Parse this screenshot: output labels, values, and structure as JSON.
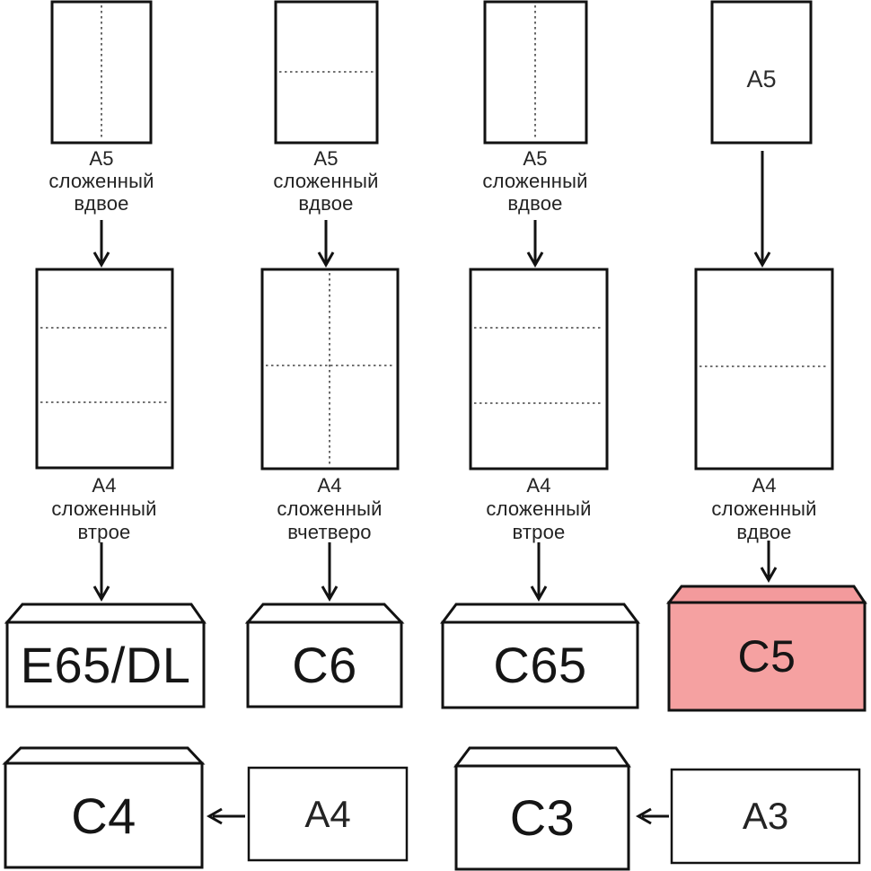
{
  "colors": {
    "line": "#121212",
    "fold_line": "#444444",
    "highlight_body": "#f5a1a1",
    "highlight_flap": "#f39a9c",
    "background": "#ffffff"
  },
  "columns": [
    {
      "top_caption": {
        "l1": "А5",
        "l2": "сложенный",
        "l3": "вдвое"
      },
      "mid_caption": {
        "l1": "А4",
        "l2": "сложенный",
        "l3": "втрое"
      },
      "envelope": {
        "label": "E65/DL",
        "highlighted": false
      }
    },
    {
      "top_caption": {
        "l1": "А5",
        "l2": "сложенный",
        "l3": "вдвое"
      },
      "mid_caption": {
        "l1": "А4",
        "l2": "сложенный",
        "l3": "вчетверо"
      },
      "envelope": {
        "label": "C6",
        "highlighted": false
      }
    },
    {
      "top_caption": {
        "l1": "А5",
        "l2": "сложенный",
        "l3": "вдвое"
      },
      "mid_caption": {
        "l1": "А4",
        "l2": "сложенный",
        "l3": "втрое"
      },
      "envelope": {
        "label": "C65",
        "highlighted": false
      }
    },
    {
      "top_sheet_label": "A5",
      "mid_caption": {
        "l1": "А4",
        "l2": "сложенный",
        "l3": "вдвое"
      },
      "envelope": {
        "label": "C5",
        "highlighted": true
      }
    }
  ],
  "bottom_row": {
    "left": {
      "envelope_label": "C4",
      "paper_label": "A4"
    },
    "right": {
      "envelope_label": "C3",
      "paper_label": "A3"
    }
  }
}
